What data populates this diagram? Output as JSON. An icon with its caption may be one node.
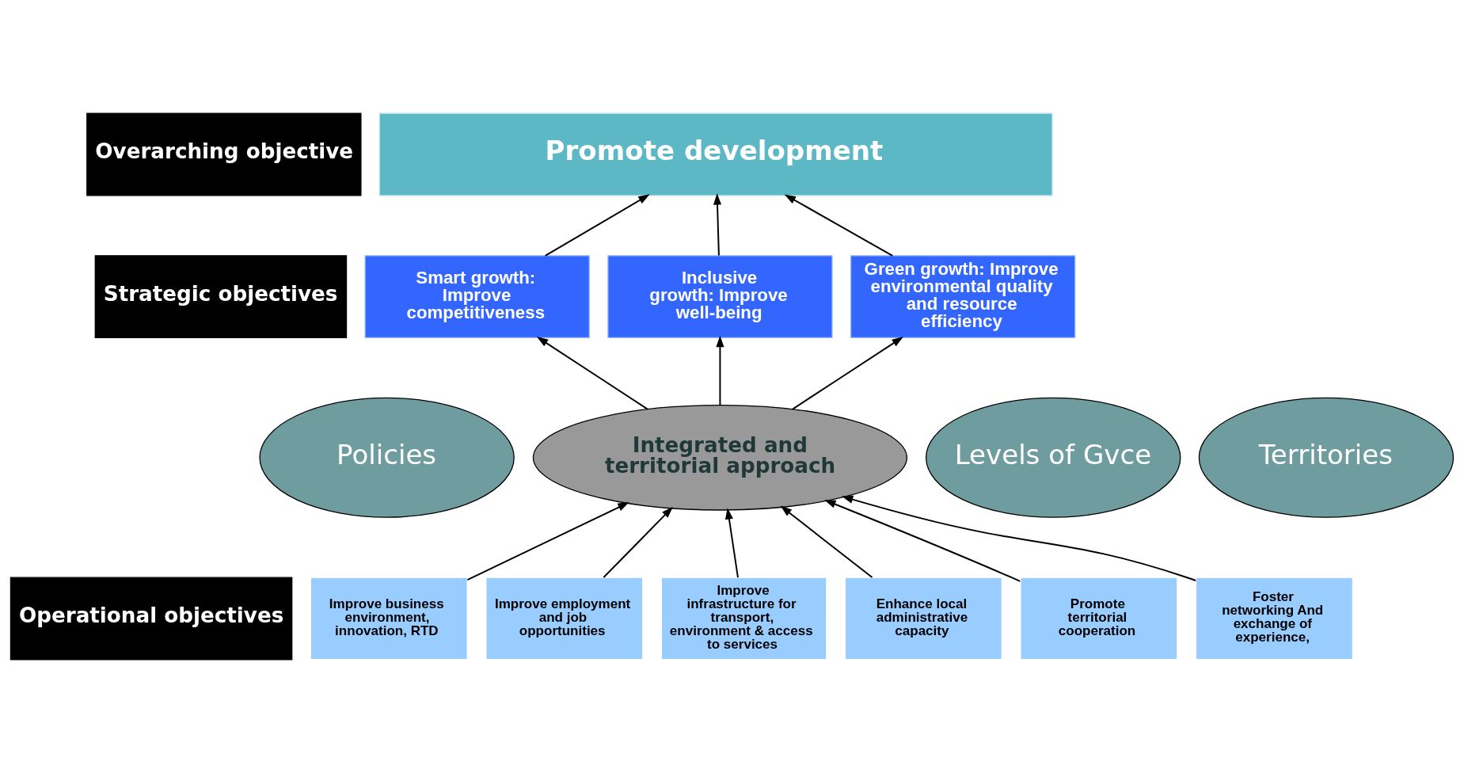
{
  "diagram": {
    "nodes": [
      {
        "text": [
          "Overarching objective"
        ]
      },
      {
        "text": [
          "Promote development"
        ]
      },
      {
        "text": [
          "Strategic objectives"
        ]
      },
      {
        "text": [
          "Smart growth: Improve competitiveness"
        ]
      },
      {
        "text": [
          "Inclusive growth: Improve well-being"
        ]
      },
      {
        "text": [
          "Green growth: Improve environmental quality and resource efficiency"
        ]
      },
      {
        "text": [
          "Policies"
        ]
      },
      {
        "text": [
          "Integrated and territorial approach"
        ]
      },
      {
        "text": [
          "Levels of Gvce"
        ]
      },
      {
        "text": [
          "Territories"
        ]
      },
      {
        "text": [
          "Operational objectives"
        ]
      },
      {
        "text": [
          "Improve business environment, innovation, RTD"
        ]
      },
      {
        "text": [
          "Improve employment and job opportunities"
        ]
      },
      {
        "text": [
          "Improve infrastructure for transport, environment & access to services"
        ]
      },
      {
        "text": [
          "Enhance local administrative capacity"
        ]
      },
      {
        "text": [
          "Promote territorial cooperation"
        ]
      },
      {
        "text": [
          "Foster networking And exchange of experience,"
        ]
      }
    ],
    "edges": [
      {
        "from": 3,
        "to": 1,
        "arrow": "to"
      },
      {
        "from": 4,
        "to": 1,
        "arrow": "to"
      },
      {
        "from": 5,
        "to": 1,
        "arrow": "to"
      },
      {
        "from": 7,
        "to": 3,
        "arrow": "to"
      },
      {
        "from": 7,
        "to": 4,
        "arrow": "to"
      },
      {
        "from": 7,
        "to": 5,
        "arrow": "to"
      },
      {
        "from": 11,
        "to": 7,
        "arrow": "to"
      },
      {
        "from": 12,
        "to": 7,
        "arrow": "to"
      },
      {
        "from": 13,
        "to": 7,
        "arrow": "to"
      },
      {
        "from": 14,
        "to": 7,
        "arrow": "to"
      },
      {
        "from": 15,
        "to": 7,
        "arrow": "to"
      },
      {
        "from": 16,
        "to": 7,
        "arrow": "to"
      }
    ]
  }
}
